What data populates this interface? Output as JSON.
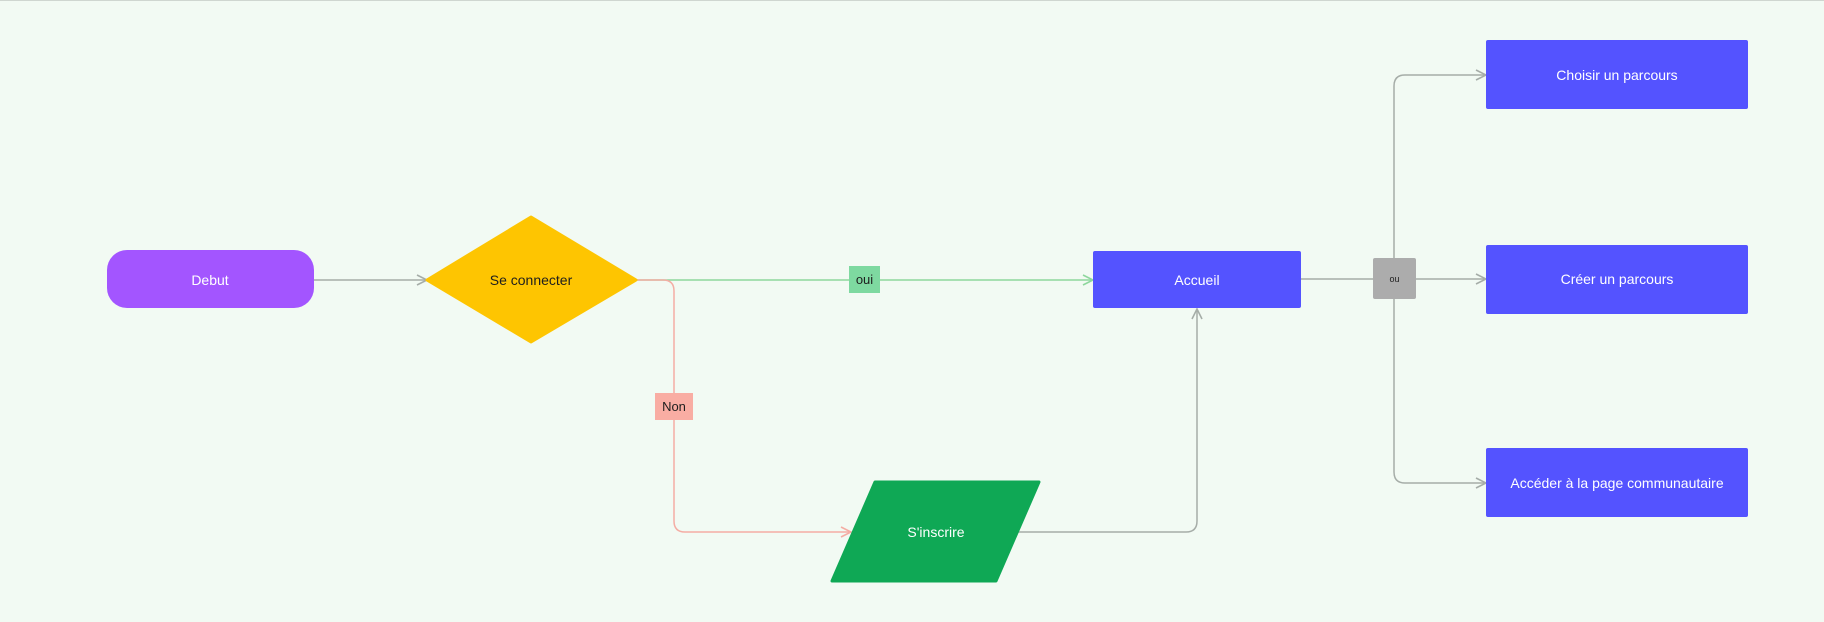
{
  "colors": {
    "background": "#f2faf3",
    "start": "#a355ff",
    "decision": "#fec501",
    "process": "#5453ff",
    "io": "#0fa855",
    "edge_default": "#a6ada8",
    "edge_yes": "#8ed79d",
    "edge_no": "#f4ada4",
    "label_yes_bg": "#7ed9a0",
    "label_no_bg": "#f9ada3",
    "label_or_bg": "#acacac"
  },
  "nodes": {
    "debut": "Debut",
    "se_connecter": "Se connecter",
    "accueil": "Accueil",
    "sinscrire": "S'inscrire",
    "choisir": "Choisir un parcours",
    "creer": "Créer un parcours",
    "acceder": "Accéder à la page communautaire"
  },
  "edge_labels": {
    "oui": "oui",
    "non": "Non",
    "ou": "ou"
  }
}
